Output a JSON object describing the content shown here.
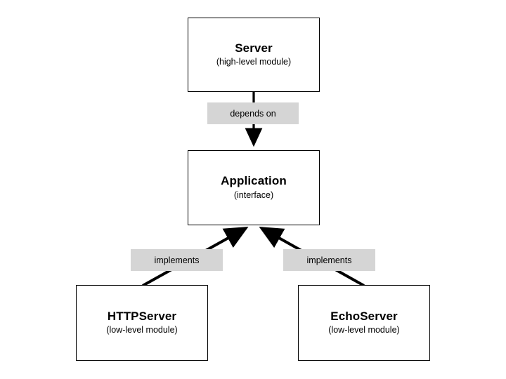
{
  "diagram": {
    "type": "dependency-inversion-uml",
    "background_color": "#ffffff",
    "node_fill": "#ffffff",
    "node_stroke": "#000000",
    "label_fill": "#d5d5d5",
    "edge_color": "#000000",
    "nodes": [
      {
        "id": "server",
        "title": "Server",
        "subtitle": "(high-level module)"
      },
      {
        "id": "application",
        "title": "Application",
        "subtitle": "(interface)"
      },
      {
        "id": "httpserver",
        "title": "HTTPServer",
        "subtitle": "(low-level module)"
      },
      {
        "id": "echoserver",
        "title": "EchoServer",
        "subtitle": "(low-level module)"
      }
    ],
    "edges": [
      {
        "id": "server-to-application",
        "label": "depends on",
        "from": "server",
        "to": "application"
      },
      {
        "id": "httpserver-to-application",
        "label": "implements",
        "from": "httpserver",
        "to": "application"
      },
      {
        "id": "echoserver-to-application",
        "label": "implements",
        "from": "echoserver",
        "to": "application"
      }
    ]
  }
}
